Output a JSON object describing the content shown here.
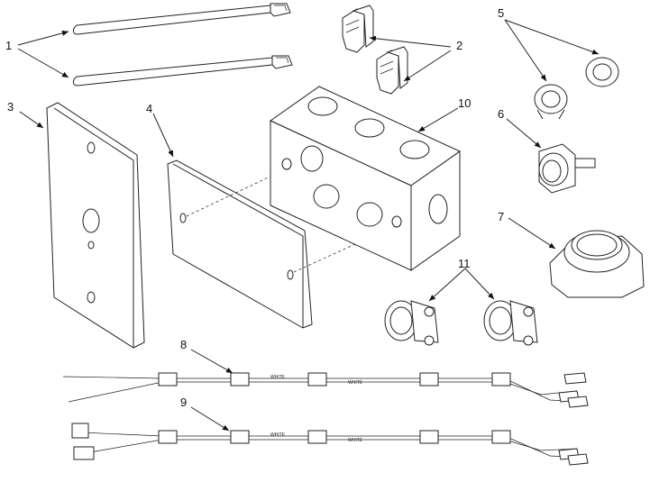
{
  "callouts": [
    "1",
    "2",
    "3",
    "4",
    "5",
    "6",
    "7",
    "8",
    "9",
    "10",
    "11"
  ],
  "wire_labels": {
    "w8_left": "WHITE",
    "w8_right": "WHITE",
    "w9_left": "WHITE",
    "w9_right": "WHITE"
  }
}
